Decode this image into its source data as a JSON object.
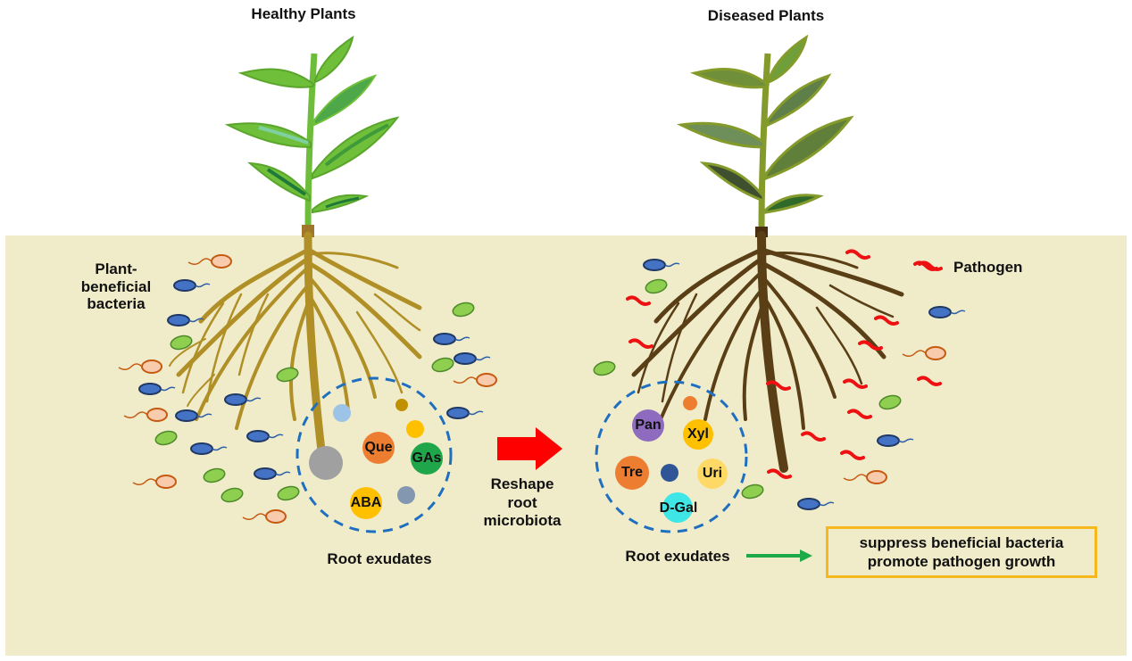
{
  "titles": {
    "healthy": "Healthy Plants",
    "diseased": "Diseased Plants"
  },
  "labels": {
    "beneficial_bacteria": [
      "Plant-",
      "beneficial",
      "bacteria"
    ],
    "pathogen": "Pathogen",
    "root_exudates_left": "Root exudates",
    "root_exudates_right": "Root exudates",
    "reshape": [
      "Reshape",
      "root",
      "microbiota"
    ]
  },
  "outcome_box": {
    "line1": "suppress beneficial bacteria",
    "line2": "promote pathogen growth"
  },
  "healthy_exudates": [
    {
      "label": "Que",
      "color": "#ed7d31"
    },
    {
      "label": "GAs",
      "color": "#1fa64a"
    },
    {
      "label": "ABA",
      "color": "#ffc000"
    },
    {
      "label": "",
      "color": "#a0a0a0"
    },
    {
      "label": "",
      "color": "#9dc3e6"
    },
    {
      "label": "",
      "color": "#bf9000"
    },
    {
      "label": "",
      "color": "#ffc000"
    },
    {
      "label": "",
      "color": "#8497b0"
    }
  ],
  "diseased_exudates": [
    {
      "label": "Pan",
      "color": "#8e6bbf"
    },
    {
      "label": "Xyl",
      "color": "#ffc000"
    },
    {
      "label": "Tre",
      "color": "#ed7d31"
    },
    {
      "label": "Uri",
      "color": "#ffd966"
    },
    {
      "label": "D-Gal",
      "color": "#3fe6e6"
    },
    {
      "label": "",
      "color": "#2f5597"
    },
    {
      "label": "",
      "color": "#ed7d31"
    }
  ],
  "colors": {
    "soil": "#f0ecca",
    "healthy_root": "#b08f26",
    "diseased_root": "#5a3f16",
    "healthy_leaf": "#6fbf3a",
    "diseased_leaf": "#7f9a2a",
    "dashed_circle": "#1f6fc1",
    "reshape_arrow": "#ff0000",
    "green_arrow": "#1faa4a",
    "pathogen": "#ee1111",
    "outcome_border": "#f6b81d"
  }
}
